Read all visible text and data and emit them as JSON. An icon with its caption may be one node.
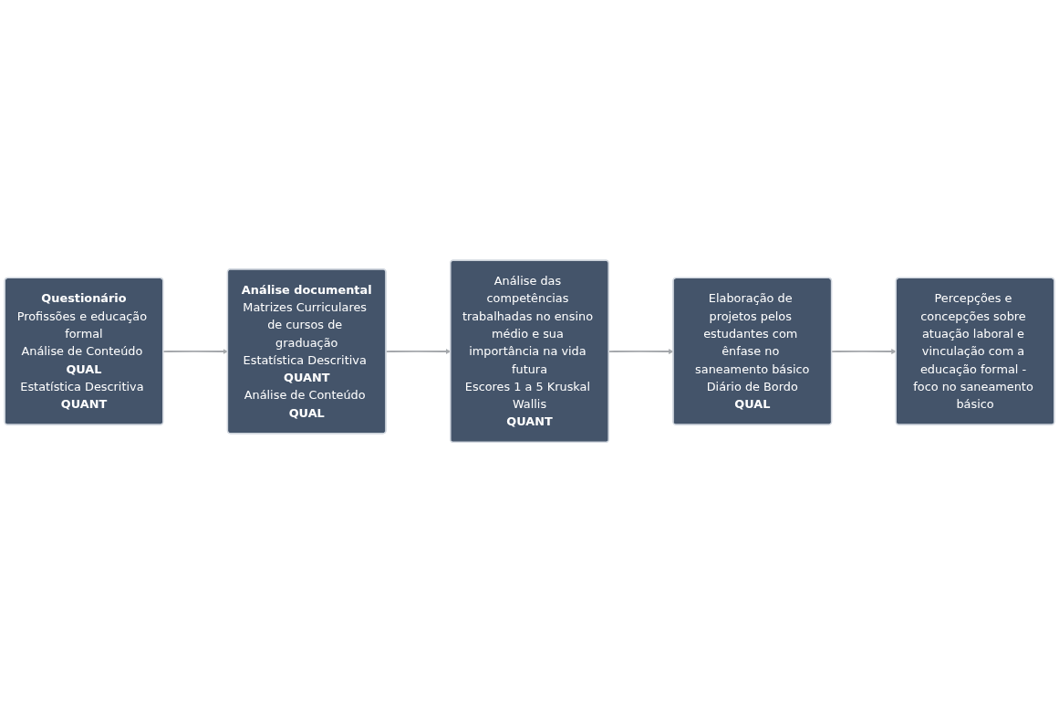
{
  "diagram": {
    "nodes": [
      {
        "text": [
          "Questionário",
          "Profissões e educação formal",
          "Análise de Conteúdo **QUAL**",
          "Estatística Descritiva **QUANT**"
        ]
      },
      {
        "text": [
          "Análise documental",
          "Matrizes Curriculares de cursos de graduação",
          "Estatística Descritiva **QUANT**",
          "Análise de Conteúdo **QUAL**"
        ]
      },
      {
        "text": [
          "Análise das competências trabalhadas no ensino médio e sua importância na vida futura",
          "Escores 1 a 5 Kruskal Wallis",
          "QUANT"
        ]
      },
      {
        "text": [
          "Elaboração de projetos pelos estudantes com ênfase no saneamento básico",
          "Diário de Bordo",
          "QUAL"
        ]
      },
      {
        "text": [
          "Percepções e concepções sobre atuação laboral e vinculação com a educação formal - foco no saneamento básico"
        ]
      }
    ],
    "edges": [
      {
        "from": 0,
        "to": 1,
        "arrow": "to"
      },
      {
        "from": 1,
        "to": 2,
        "arrow": "to"
      },
      {
        "from": 2,
        "to": 3,
        "arrow": "to"
      },
      {
        "from": 3,
        "to": 4,
        "arrow": "to"
      }
    ]
  }
}
